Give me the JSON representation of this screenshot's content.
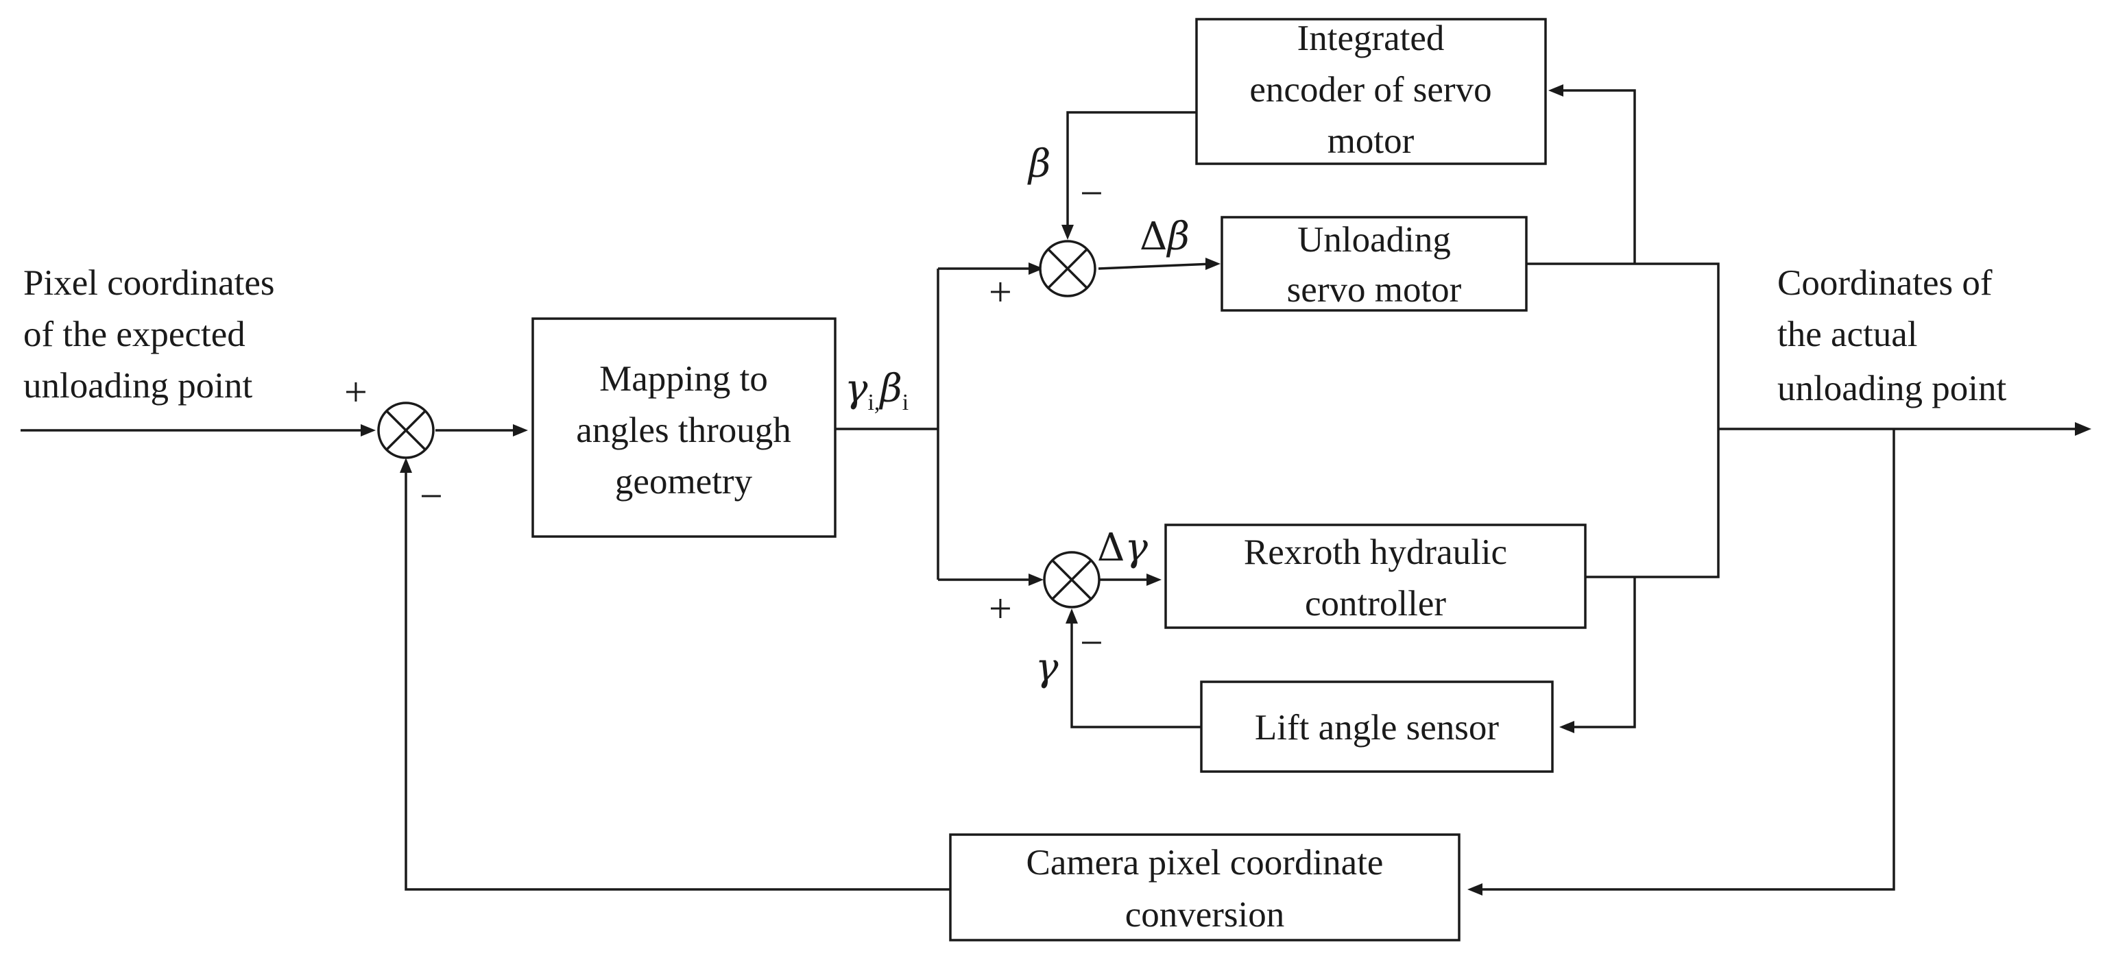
{
  "input_label": [
    "Pixel coordinates",
    "of the expected",
    "unloading point"
  ],
  "output_label": [
    "Coordinates of",
    "the actual",
    "unloading point"
  ],
  "blocks": {
    "mapping": [
      "Mapping to",
      "angles through",
      "geometry"
    ],
    "encoder": [
      "Integrated",
      "encoder of servo",
      "motor"
    ],
    "servo_motor": [
      "Unloading",
      "servo motor"
    ],
    "hydraulic": [
      "Rexroth hydraulic",
      "controller"
    ],
    "lift_sensor": [
      "Lift angle sensor"
    ],
    "camera": [
      "Camera pixel coordinate",
      "conversion"
    ]
  },
  "signs": {
    "plus": "+",
    "minus": "−"
  },
  "signals": {
    "gamma": "γ",
    "beta": "β",
    "delta": "Δ",
    "sub_i": "i",
    "separator": ","
  }
}
